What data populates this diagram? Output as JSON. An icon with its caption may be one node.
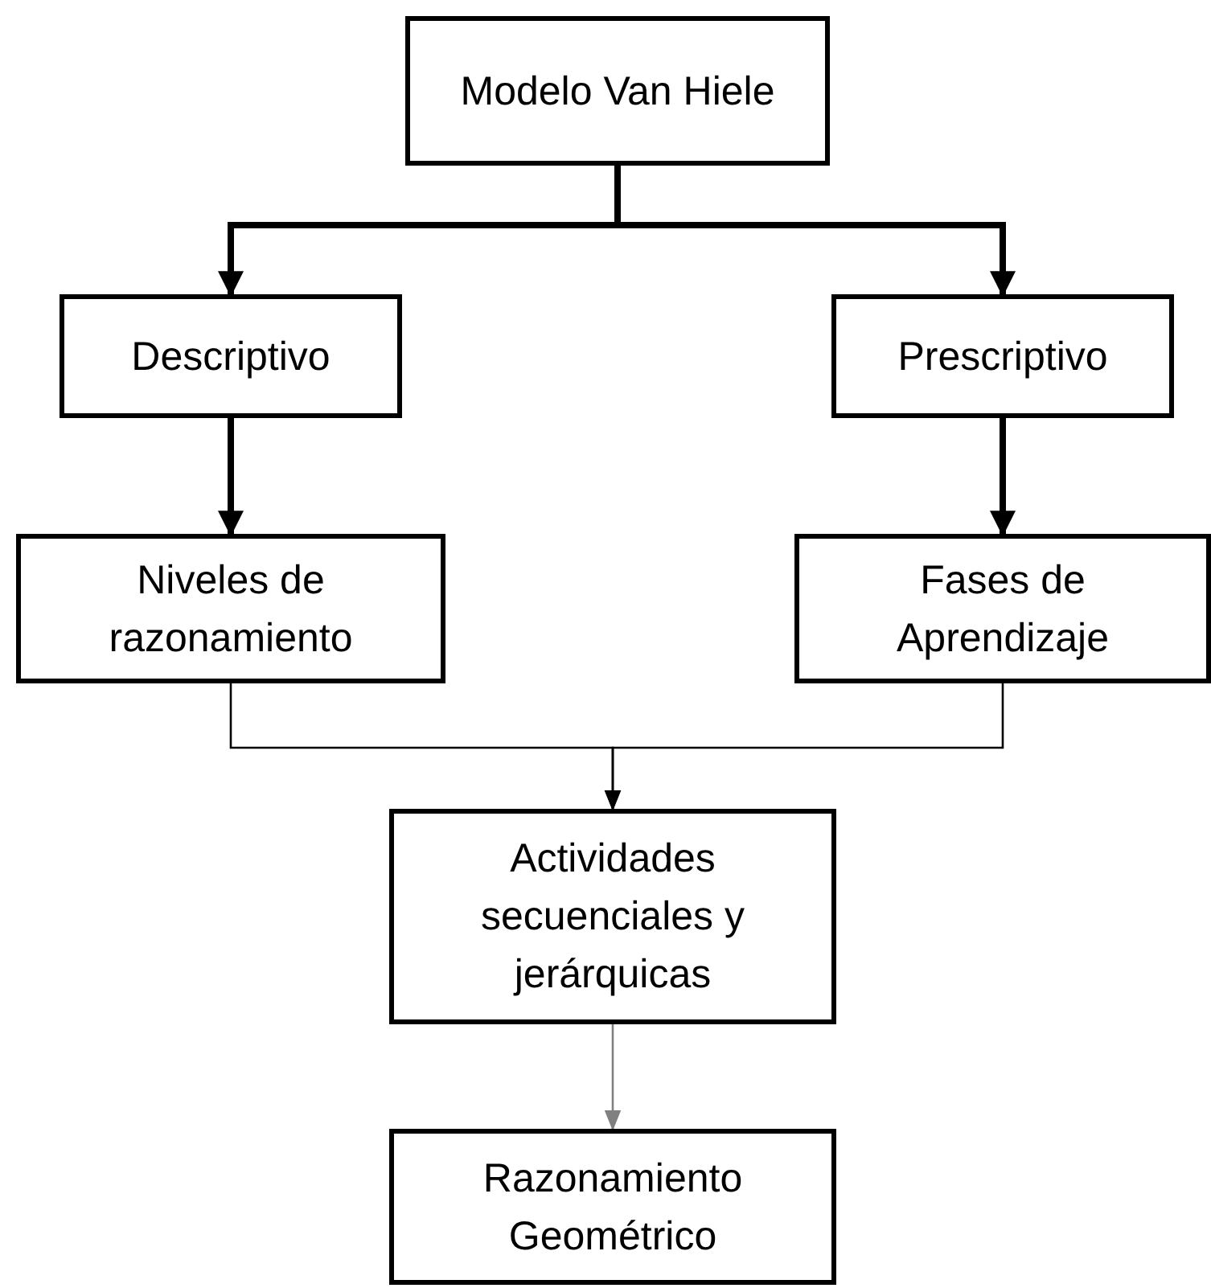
{
  "diagram": {
    "nodes": [
      {
        "text": [
          "Modelo Van Hiele"
        ]
      },
      {
        "text": [
          "Descriptivo"
        ]
      },
      {
        "text": [
          "Prescriptivo"
        ]
      },
      {
        "text": [
          "Niveles de razonamiento"
        ]
      },
      {
        "text": [
          "Fases de Aprendizaje"
        ]
      },
      {
        "text": [
          "Actividades secuenciales y jerárquicas"
        ]
      },
      {
        "text": [
          "Razonamiento Geométrico"
        ]
      }
    ],
    "edges": [
      {
        "from": 0,
        "to": 1,
        "arrow": "to"
      },
      {
        "from": 0,
        "to": 2,
        "arrow": "to"
      },
      {
        "from": 1,
        "to": 3,
        "arrow": "to"
      },
      {
        "from": 2,
        "to": 4,
        "arrow": "to"
      },
      {
        "from": 3,
        "to": 5,
        "arrow": "to"
      },
      {
        "from": 4,
        "to": 5,
        "arrow": "to"
      },
      {
        "from": 5,
        "to": 6,
        "arrow": "to",
        "color": "#808080"
      }
    ]
  }
}
